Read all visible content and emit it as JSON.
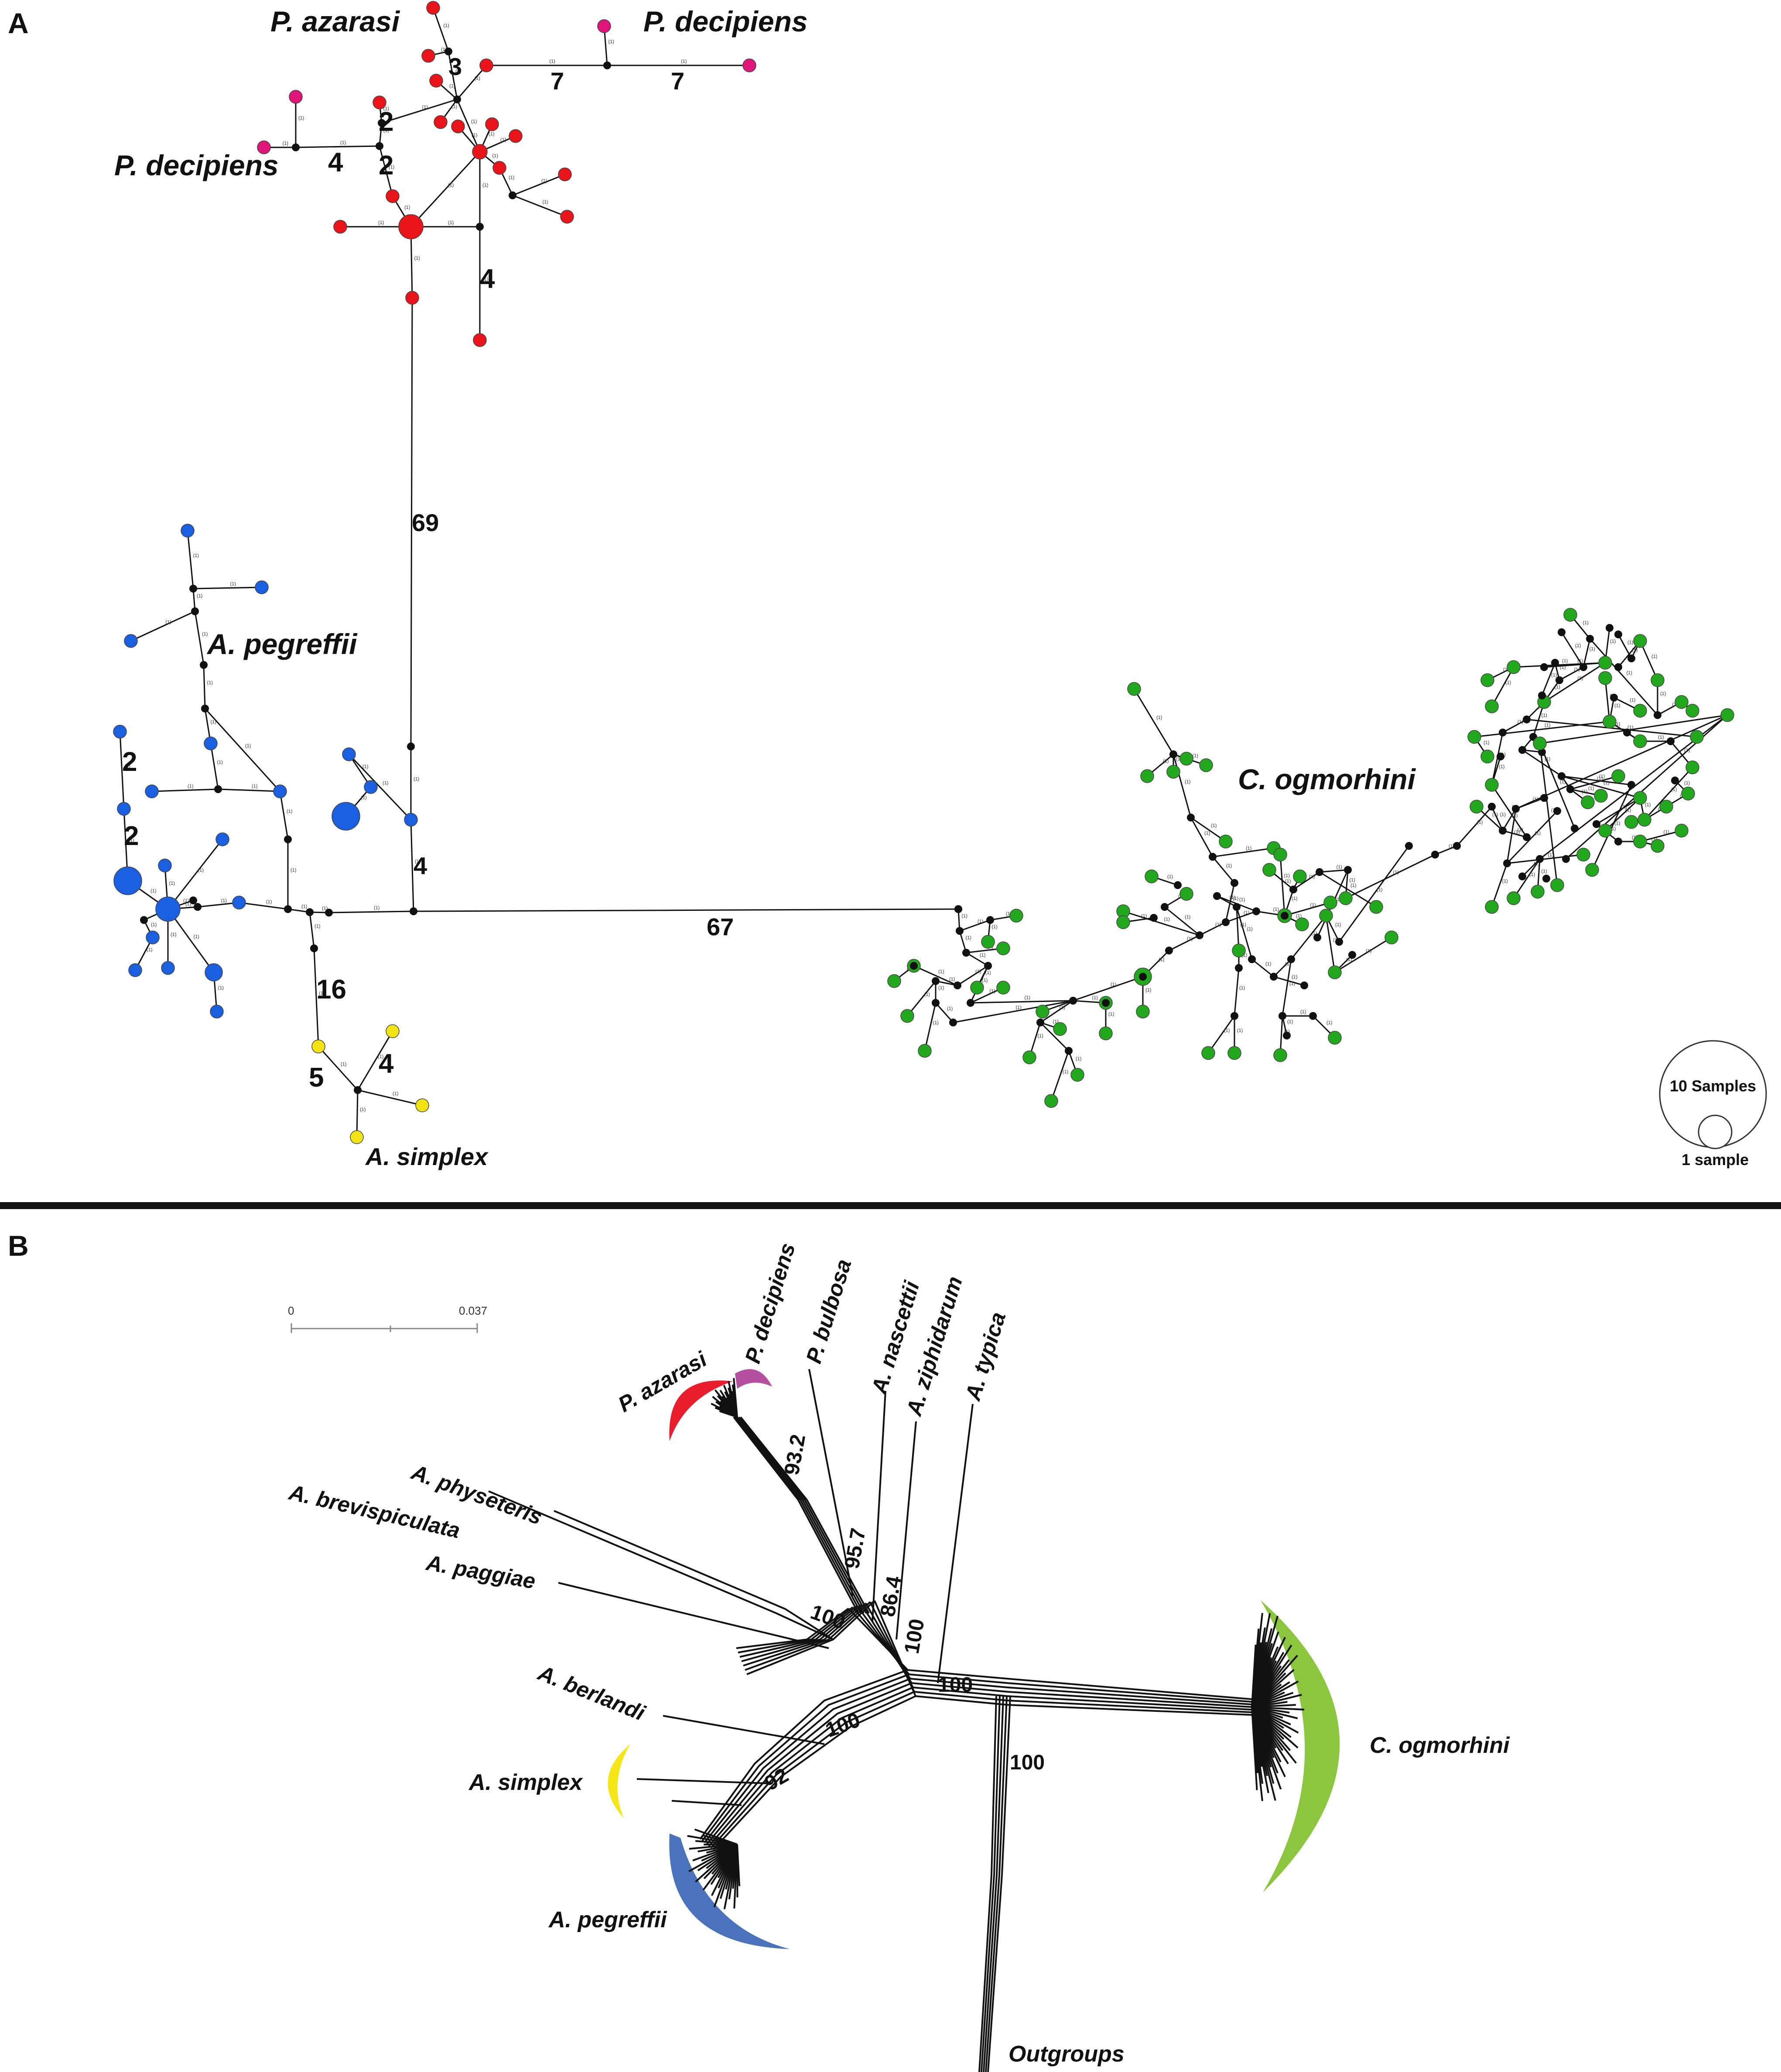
{
  "panel_a": {
    "label": "A",
    "species_labels": {
      "p_azarasi": "P. azarasi",
      "p_decipiens_top": "P. decipiens",
      "p_decipiens_left": "P. decipiens",
      "a_pegreffii": "A. pegreffii",
      "a_simplex": "A. simplex",
      "c_ogmorhini": "C. ogmorhini"
    },
    "mutation_counts": {
      "azarasi_3": "3",
      "decipiens_7a": "7",
      "decipiens_7b": "7",
      "left_2a": "2",
      "left_4": "4",
      "left_2b": "2",
      "red_4": "4",
      "trunk_69": "69",
      "trunk_4": "4",
      "trunk_67": "67",
      "pegreffii_2a": "2",
      "pegreffii_2b": "2",
      "simplex_16": "16",
      "simplex_5": "5",
      "simplex_4": "4"
    },
    "legend": {
      "large": "10 Samples",
      "small": "1 sample"
    },
    "colors": {
      "p_azarasi": "#e8141a",
      "p_decipiens": "#e0157a",
      "a_pegreffii": "#1a5fe0",
      "a_simplex": "#f2e312",
      "c_ogmorhini": "#22a81c",
      "median_vector": "#111111"
    }
  },
  "panel_b": {
    "label": "B",
    "scale_bar": {
      "start": "0",
      "end": "0.037"
    },
    "taxa": {
      "p_azarasi": "P. azarasi",
      "p_decipiens": "P. decipiens",
      "p_bulbosa": "P. bulbosa",
      "a_nascettii": "A. nascettii",
      "a_ziphidarum": "A. ziphidarum",
      "a_typica": "A. typica",
      "a_physeteris": "A. physeteris",
      "a_brevispiculata": "A. brevispiculata",
      "a_paggiae": "A. paggiae",
      "a_berlandi": "A. berlandi",
      "a_simplex": "A. simplex",
      "a_pegreffii": "A. pegreffii",
      "c_ogmorhini": "C. ogmorhini",
      "outgroups": "Outgroups"
    },
    "bootstrap": {
      "b932": "93.2",
      "b957": "95.7",
      "b864": "86.4",
      "b100a": "100",
      "b100b": "100",
      "b100c": "100",
      "b100d": "100",
      "b100e": "100",
      "b92": "92"
    },
    "colors": {
      "p_azarasi": "#ea1d2c",
      "p_decipiens": "#b54fa0",
      "a_simplex": "#f5e616",
      "a_pegreffii": "#4a72bd",
      "c_ogmorhini": "#8cc63f"
    }
  }
}
